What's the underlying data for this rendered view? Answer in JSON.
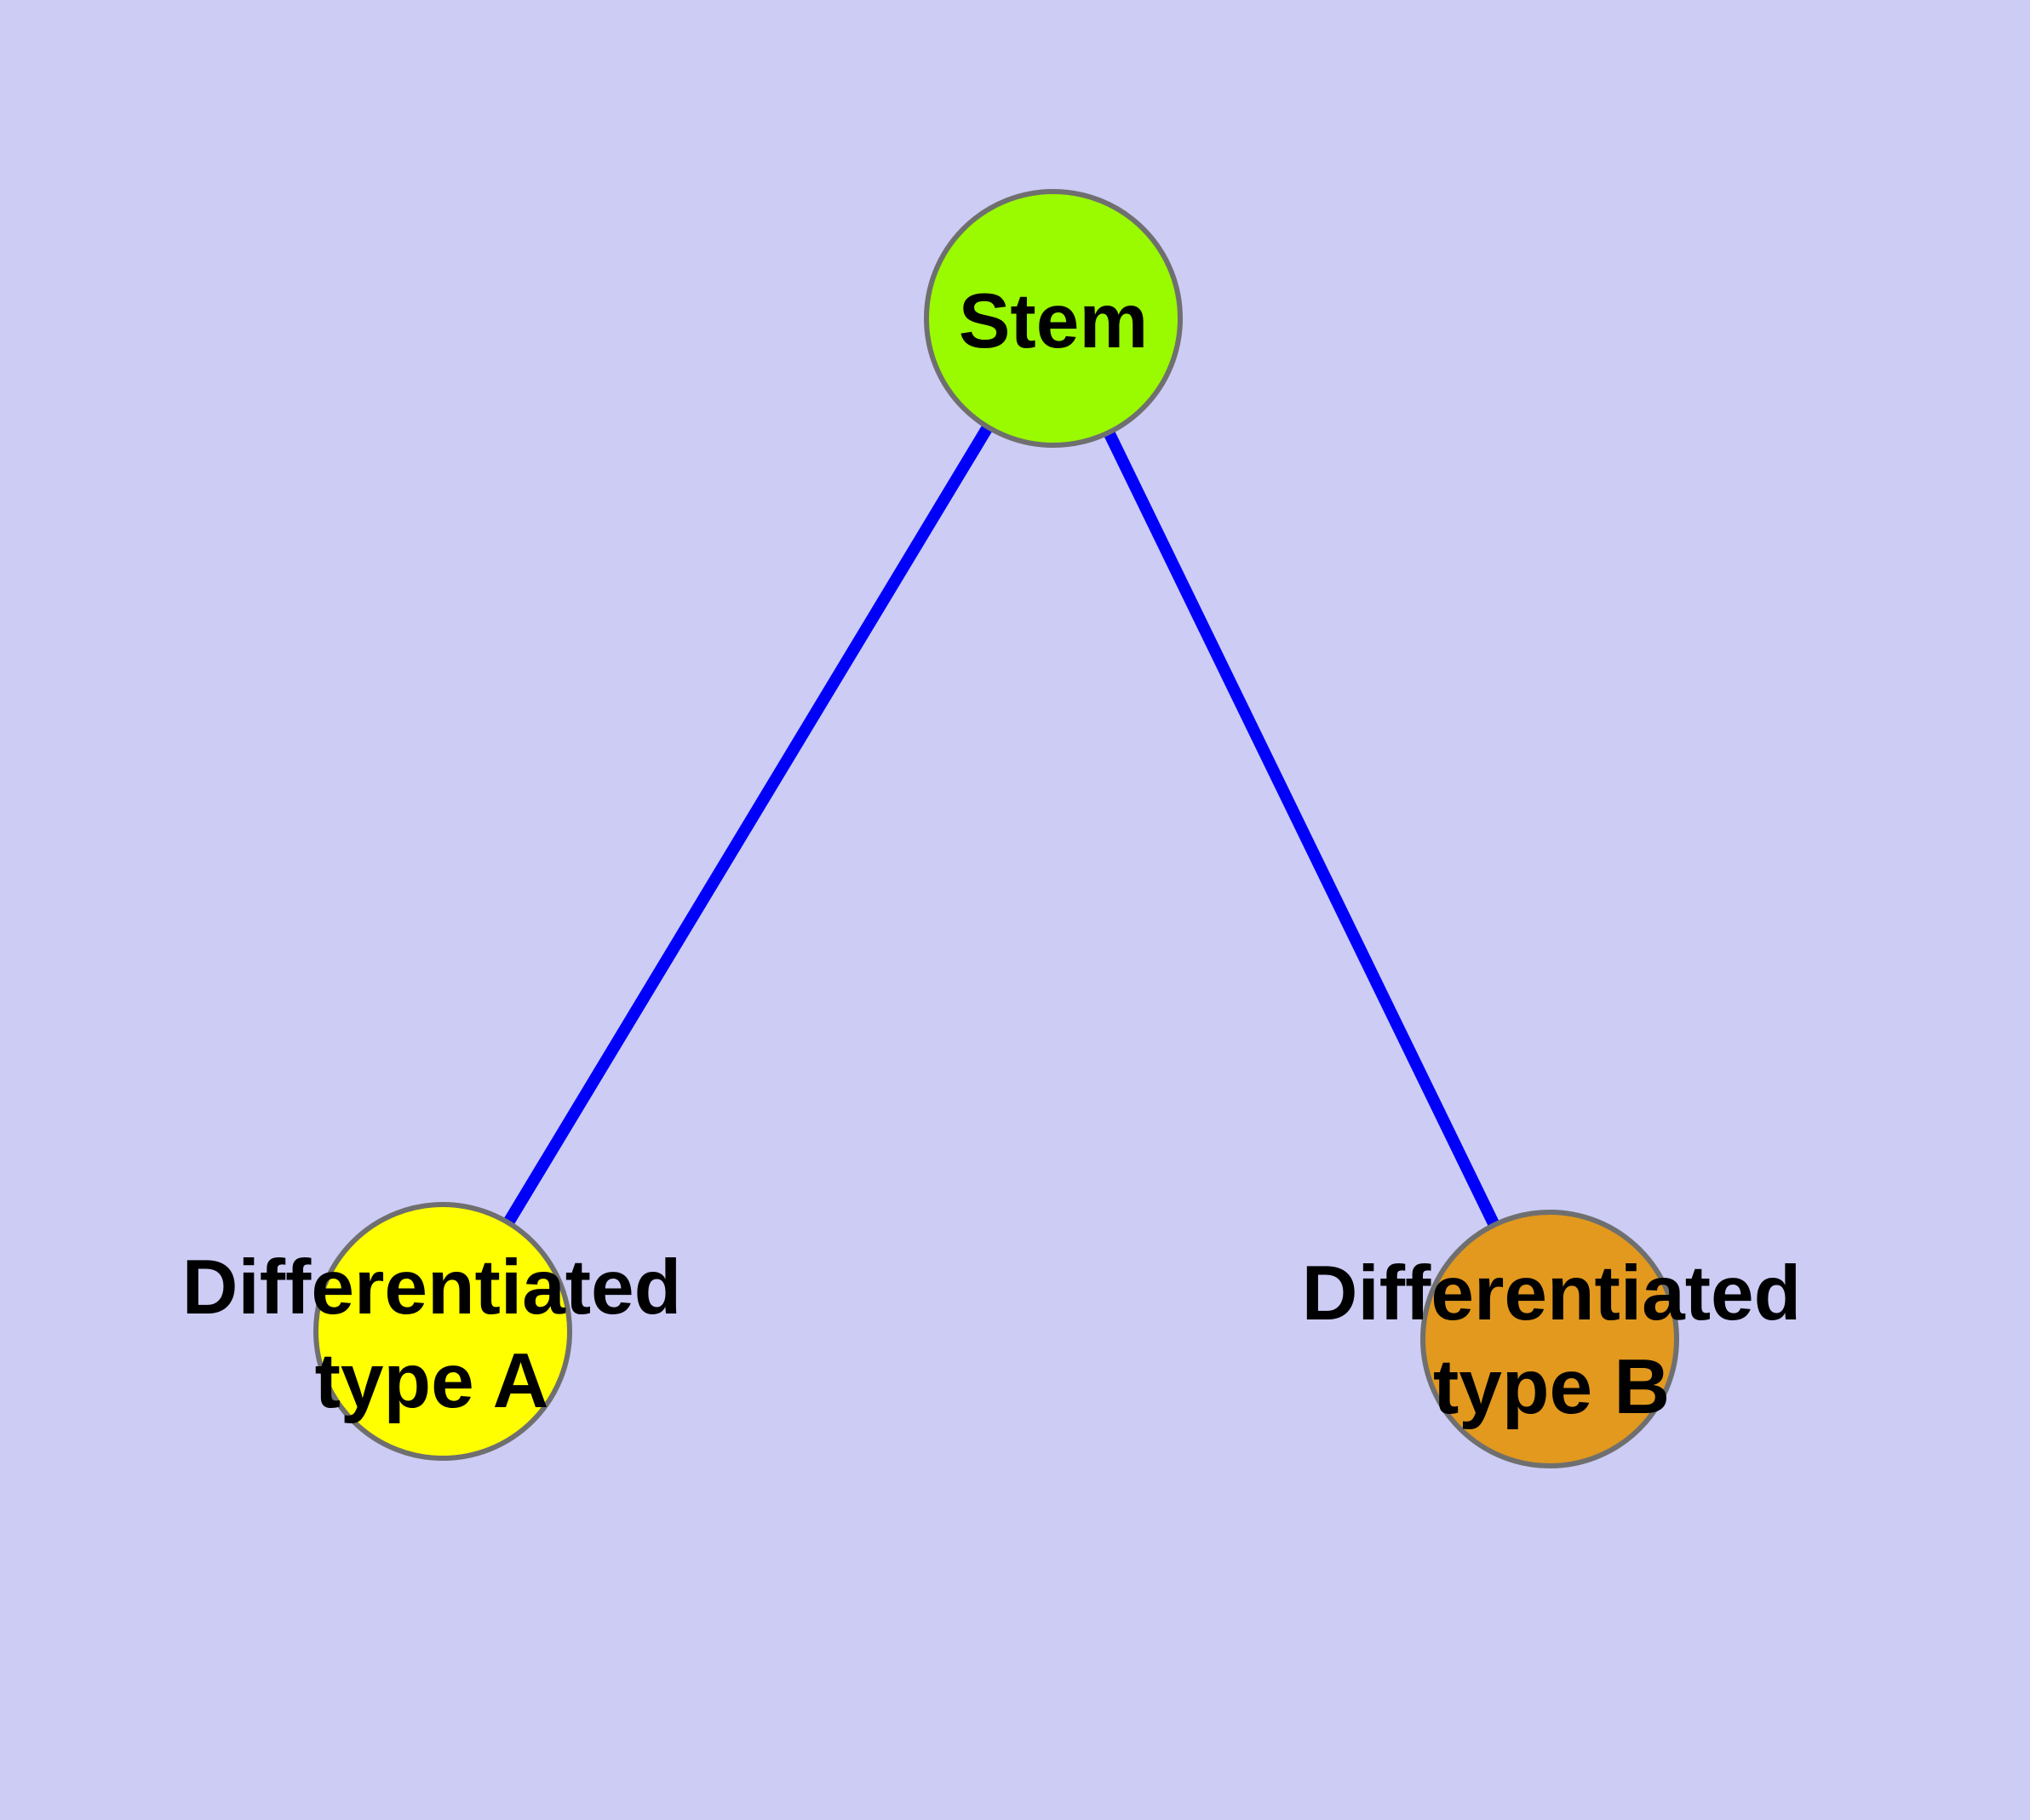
{
  "canvas": {
    "background_color": "#CCCCF5"
  },
  "diagram": {
    "type": "node-link-graph",
    "text_color": "#000000",
    "edge_color": "#0000FA",
    "node_border_color": "#6F6F6F",
    "nodes": [
      {
        "id": "stem",
        "label": "Stem",
        "fill_color": "#9AFA00"
      },
      {
        "id": "differentiated-type-a",
        "label": "Differentiated type A",
        "label_lines": [
          "Differentiated",
          "type A"
        ],
        "fill_color": "#FFFF00"
      },
      {
        "id": "differentiated-type-b",
        "label": "Differentiated type B",
        "label_lines": [
          "Differentiated",
          "type B"
        ],
        "fill_color": "#E2991E"
      }
    ],
    "edges": [
      {
        "from": "Stem",
        "to": "Differentiated type A"
      },
      {
        "from": "Stem",
        "to": "Differentiated type B"
      }
    ]
  }
}
